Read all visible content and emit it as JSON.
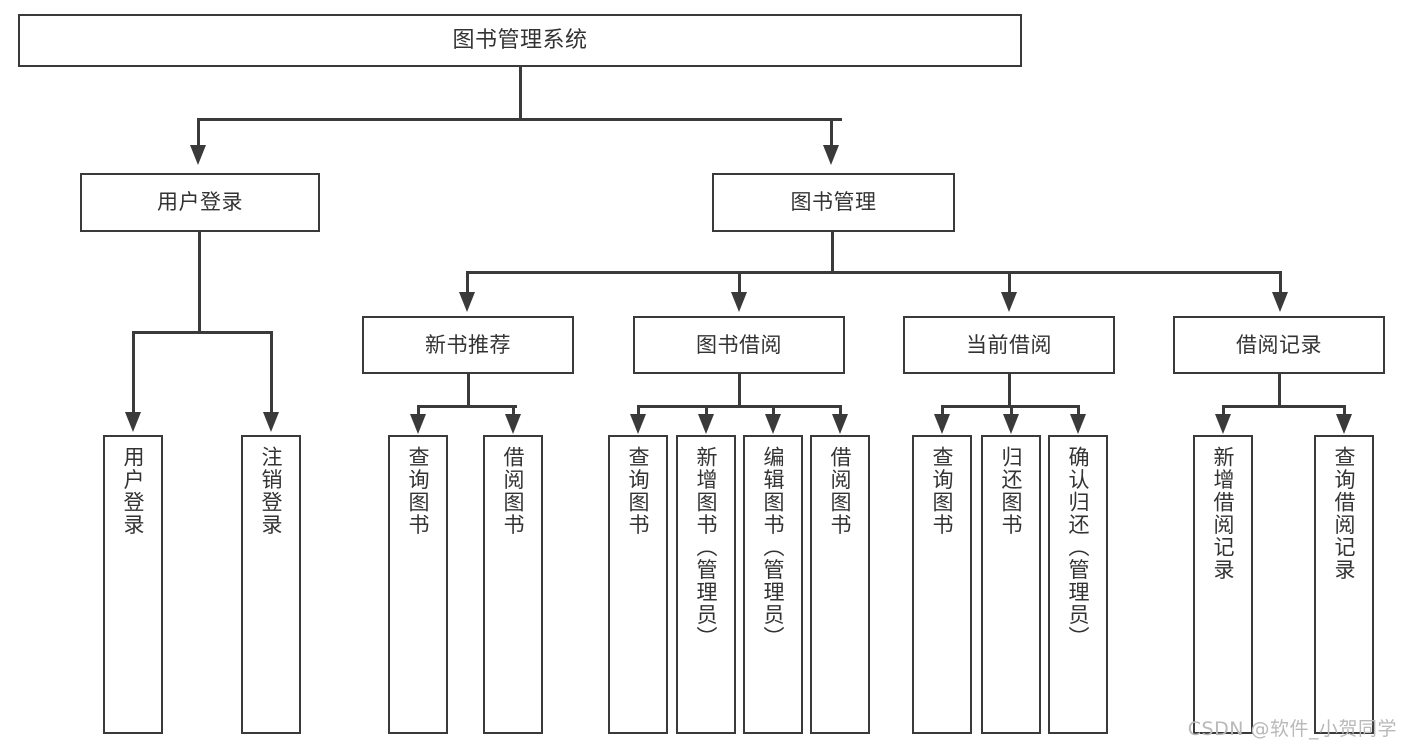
{
  "diagram": {
    "type": "hierarchy-tree",
    "title": "图书管理系统",
    "levels": 4,
    "colors": {
      "stroke": "#3a3a3a",
      "fill": "#ffffff",
      "text": "#333333",
      "watermark": "#b9b9b9"
    },
    "root": {
      "label": "图书管理系统"
    },
    "level2": [
      {
        "label": "用户登录"
      },
      {
        "label": "图书管理"
      }
    ],
    "level3": [
      {
        "label": "新书推荐"
      },
      {
        "label": "图书借阅"
      },
      {
        "label": "当前借阅"
      },
      {
        "label": "借阅记录"
      }
    ],
    "leaves": {
      "user_login": [
        {
          "label": "用户登录"
        },
        {
          "label": "注销登录"
        }
      ],
      "new_book_recommend": [
        {
          "label": "查询图书"
        },
        {
          "label": "借阅图书"
        }
      ],
      "book_borrow": [
        {
          "label": "查询图书"
        },
        {
          "label": "新增图书（管理员）"
        },
        {
          "label": "编辑图书（管理员）"
        },
        {
          "label": "借阅图书"
        }
      ],
      "current_borrow": [
        {
          "label": "查询图书"
        },
        {
          "label": "归还图书"
        },
        {
          "label": "确认归还（管理员）"
        }
      ],
      "borrow_record": [
        {
          "label": "新增借阅记录"
        },
        {
          "label": "查询借阅记录"
        }
      ]
    }
  },
  "watermark": {
    "text": "CSDN @软件_小贺同学"
  }
}
